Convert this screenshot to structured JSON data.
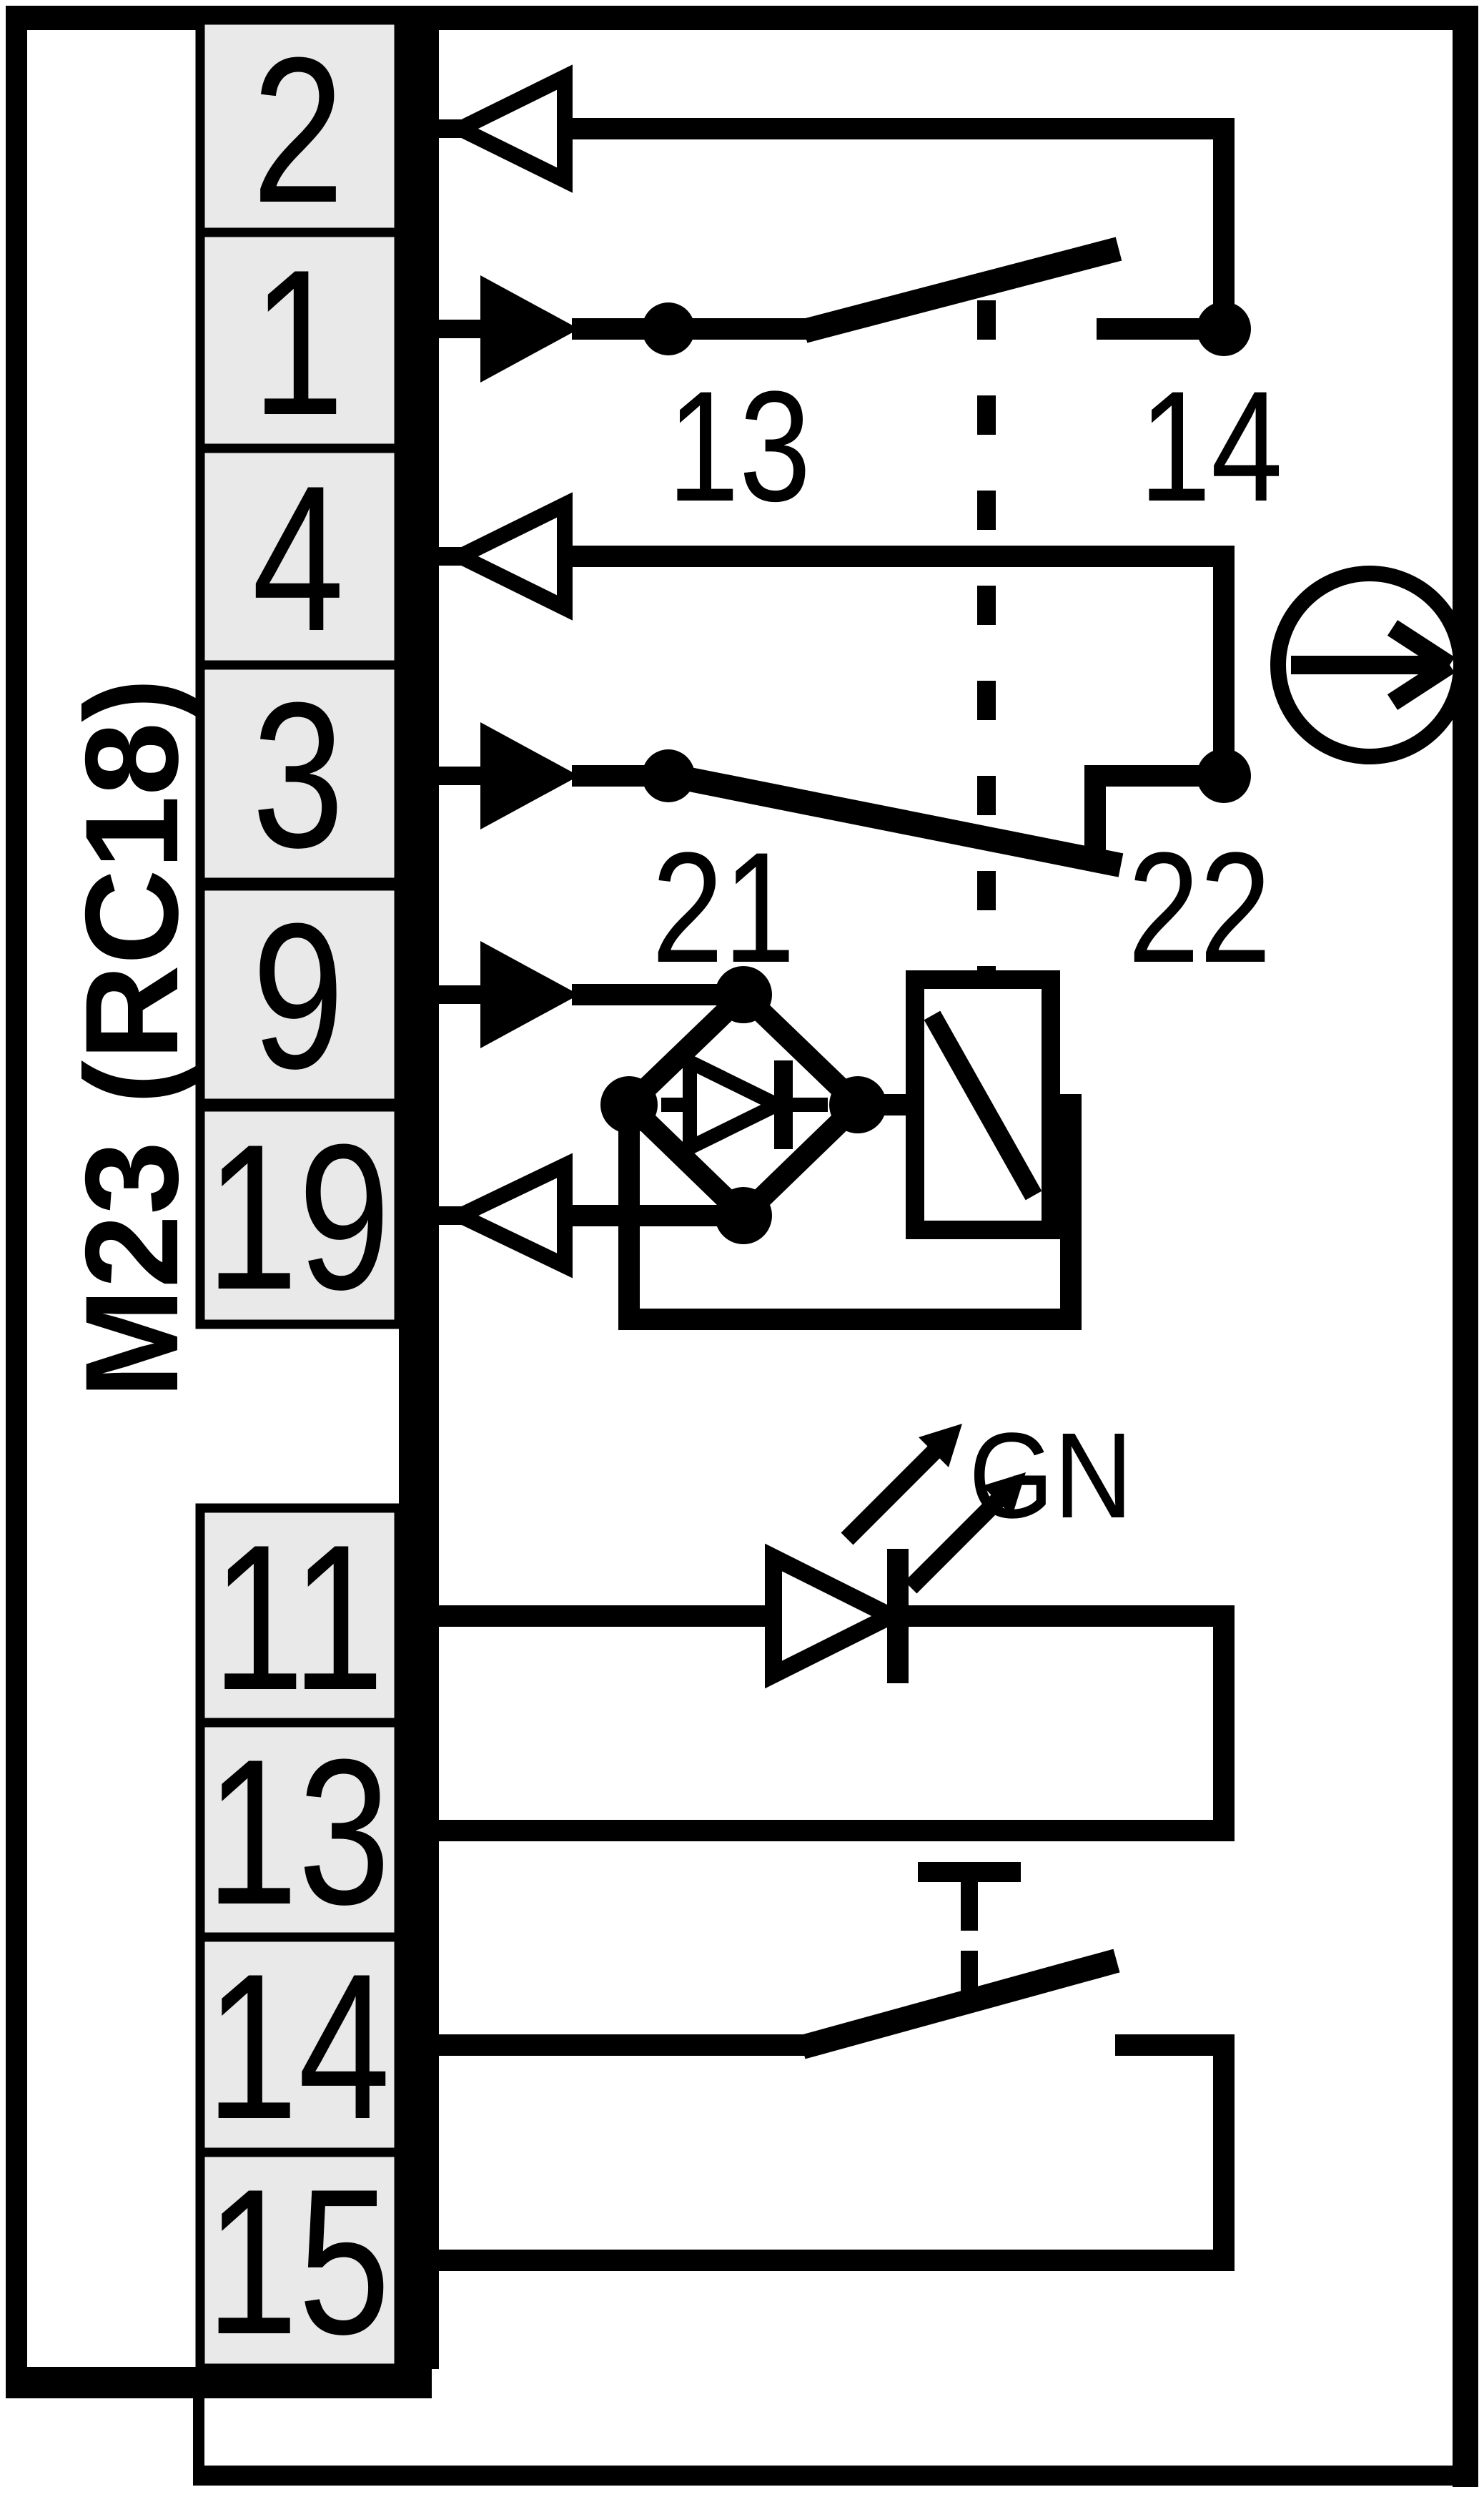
{
  "diagram": {
    "connector_label": "M23 (RC18)",
    "pins_top": [
      "2",
      "1",
      "4",
      "3",
      "9",
      "19"
    ],
    "pins_bottom": [
      "11",
      "13",
      "14",
      "15"
    ],
    "contact_labels": {
      "no_left": "13",
      "no_right": "14",
      "nc_left": "21",
      "nc_right": "22"
    },
    "led_label": "GN",
    "colors": {
      "line": "#000000",
      "pin_box_fill": "#e9e9e9",
      "background": "#ffffff"
    },
    "symbols": {
      "actuation_direction_icon": "circle-with-right-arrow",
      "rectifier_icon": "diode-bridge-diamond",
      "relay_coil_icon": "coil-box-with-diagonal",
      "led_icon": "led-diode-with-emission-arrows",
      "plunger_icon": "t-actuator-on-dashed-stem",
      "mechanical_link_icon": "vertical-dashed-line",
      "output_pin_icon": "open-left-triangle",
      "input_pin_icon": "filled-right-triangle"
    }
  }
}
